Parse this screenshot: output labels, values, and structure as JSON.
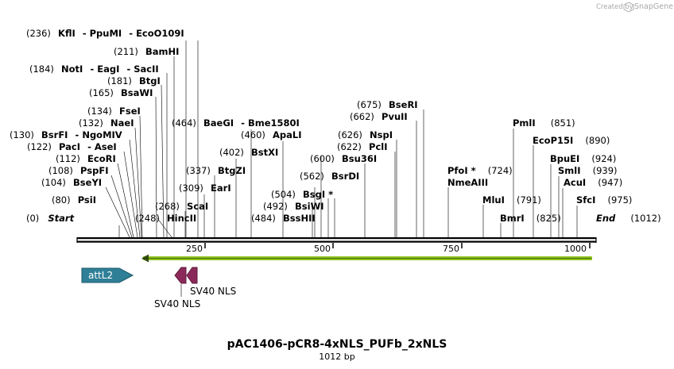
{
  "credit": {
    "created_by": "Created by",
    "brand": "SnapGene"
  },
  "title": "pAC1406-pCR8-4xNLS_PUFb_2xNLS",
  "length_label": "1012 bp",
  "sequence_length": 1012,
  "ticks": [
    "250",
    "500",
    "750",
    "1000"
  ],
  "ends": {
    "start": {
      "pos": "(0)",
      "label": "Start"
    },
    "end": {
      "pos": "(1012)",
      "label": "End"
    }
  },
  "sites": [
    {
      "pos": "(80)",
      "name": "PsiI"
    },
    {
      "pos": "(104)",
      "name": "BseYI"
    },
    {
      "pos": "(108)",
      "name": "PspFI"
    },
    {
      "pos": "(112)",
      "name": "EcoRI"
    },
    {
      "pos": "(122)",
      "name": "PacI"
    },
    {
      "pos": "",
      "name": "AseI"
    },
    {
      "pos": "(130)",
      "name": "BsrFI"
    },
    {
      "pos": "",
      "name": "NgoMIV"
    },
    {
      "pos": "(132)",
      "name": "NaeI"
    },
    {
      "pos": "(134)",
      "name": "FseI"
    },
    {
      "pos": "(165)",
      "name": "BsaWI"
    },
    {
      "pos": "(181)",
      "name": "BtgI"
    },
    {
      "pos": "(184)",
      "name": "NotI"
    },
    {
      "pos": "",
      "name": "EagI"
    },
    {
      "pos": "",
      "name": "SacII"
    },
    {
      "pos": "(211)",
      "name": "BamHI"
    },
    {
      "pos": "(236)",
      "name": "KflI"
    },
    {
      "pos": "",
      "name": "PpuMI"
    },
    {
      "pos": "",
      "name": "EcoO109I"
    },
    {
      "pos": "(248)",
      "name": "HincII"
    },
    {
      "pos": "(268)",
      "name": "ScaI"
    },
    {
      "pos": "(309)",
      "name": "EarI"
    },
    {
      "pos": "(337)",
      "name": "BtgZI"
    },
    {
      "pos": "(402)",
      "name": "BstXI"
    },
    {
      "pos": "(464)",
      "name": "BaeGI"
    },
    {
      "pos": "",
      "name": "Bme1580I"
    },
    {
      "pos": "(460)",
      "name": "ApaLI"
    },
    {
      "pos": "(484)",
      "name": "BssHII"
    },
    {
      "pos": "(492)",
      "name": "BsiWI"
    },
    {
      "pos": "(504)",
      "name": "BsgI *"
    },
    {
      "pos": "(562)",
      "name": "BsrDI"
    },
    {
      "pos": "(600)",
      "name": "Bsu36I"
    },
    {
      "pos": "(622)",
      "name": "PclI"
    },
    {
      "pos": "(626)",
      "name": "NspI"
    },
    {
      "pos": "(662)",
      "name": "PvuII"
    },
    {
      "pos": "(675)",
      "name": "BseRI"
    },
    {
      "pos": "(724)",
      "name": "PfoI *"
    },
    {
      "pos": "",
      "name": "NmeAIII"
    },
    {
      "pos": "(791)",
      "name": "MluI"
    },
    {
      "pos": "(825)",
      "name": "BmrI"
    },
    {
      "pos": "(851)",
      "name": "PmlI"
    },
    {
      "pos": "(890)",
      "name": "EcoP15I"
    },
    {
      "pos": "(924)",
      "name": "BpuEI"
    },
    {
      "pos": "(939)",
      "name": "SmlI"
    },
    {
      "pos": "(947)",
      "name": "AcuI"
    },
    {
      "pos": "(975)",
      "name": "SfcI"
    }
  ],
  "features": {
    "attl2": {
      "label": "attL2",
      "color": "#2f7f96"
    },
    "nls_1": {
      "label": "SV40 NLS",
      "color": "#8b2a5a"
    },
    "nls_2": {
      "label": "SV40 NLS",
      "color": "#8b2a5a"
    },
    "orf_color": "#8fc31f"
  }
}
